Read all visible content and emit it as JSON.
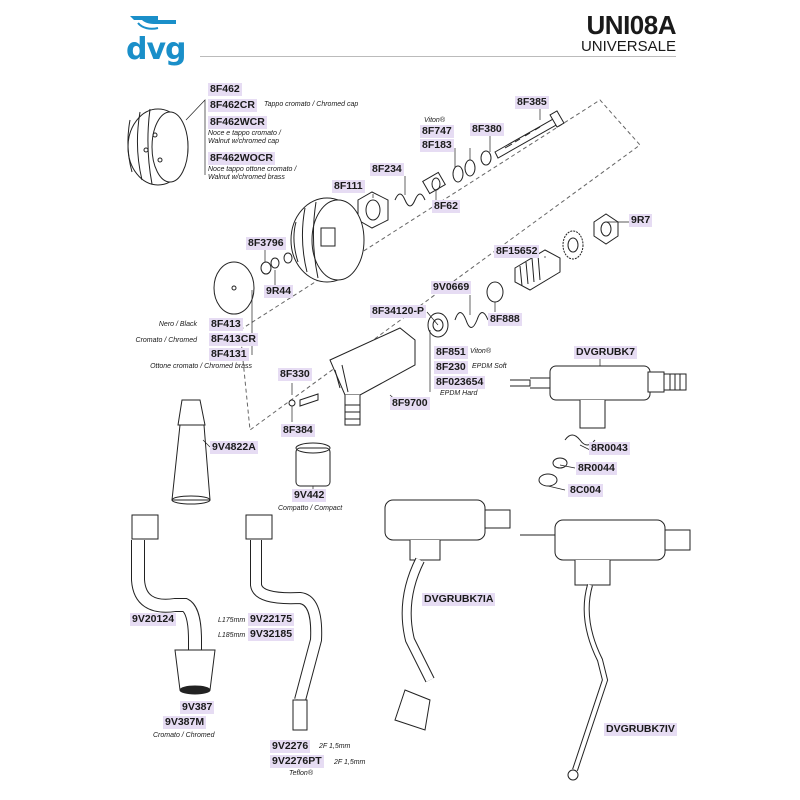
{
  "header": {
    "brand": "dvg",
    "model": "UNI08A",
    "subtitle": "UNIVERSALE",
    "brand_color": "#1a8fc9"
  },
  "colors": {
    "label_bg": "#e6dcf3",
    "line": "#222222"
  },
  "parts": {
    "cap": {
      "code": "8F462"
    },
    "cap_cr": {
      "code": "8F462CR",
      "note": "Tappo cromato / Chromed cap"
    },
    "cap_wcr": {
      "code": "8F462WCR",
      "note": "Noce e tappo cromato / Walnut w/chromed cap"
    },
    "cap_wocr": {
      "code": "8F462WOCR",
      "note": "Noce tappo ottone cromato / Walnut w/chromed brass"
    },
    "viton_note_top": "Viton®",
    "p8F747": {
      "code": "8F747"
    },
    "p8F183": {
      "code": "8F183"
    },
    "p8F380": {
      "code": "8F380"
    },
    "p8F385": {
      "code": "8F385"
    },
    "p8F234": {
      "code": "8F234"
    },
    "p8F111": {
      "code": "8F111"
    },
    "p8F62": {
      "code": "8F62"
    },
    "p9R7": {
      "code": "9R7"
    },
    "p8F3796": {
      "code": "8F3796"
    },
    "p9R44": {
      "code": "9R44"
    },
    "p8F15652": {
      "code": "8F15652"
    },
    "p9V0669": {
      "code": "9V0669"
    },
    "p8F34120P": {
      "code": "8F34120-P"
    },
    "p8F888": {
      "code": "8F888"
    },
    "plate_black": {
      "code": "8F413",
      "note": "Nero / Black"
    },
    "plate_chrome": {
      "code": "8F413CR",
      "note": "Cromato / Chromed"
    },
    "plate_brass": {
      "code": "8F4131",
      "note": "Ottone cromato / Chromed brass"
    },
    "seal_viton": {
      "code": "8F851",
      "note": "Viton®"
    },
    "seal_epdm_soft": {
      "code": "8F230",
      "note": "EPDM Soft"
    },
    "seal_epdm_hard": {
      "code": "8F023654",
      "note": "EPDM Hard"
    },
    "p8F330": {
      "code": "8F330"
    },
    "p8F384": {
      "code": "8F384"
    },
    "p8F9700": {
      "code": "8F9700"
    },
    "kit": {
      "code": "DVGRUBK7"
    },
    "p8R0043": {
      "code": "8R0043"
    },
    "p8R0044": {
      "code": "8R0044"
    },
    "p8C004": {
      "code": "8C004"
    },
    "p9V4822A": {
      "code": "9V4822A"
    },
    "p9V442": {
      "code": "9V442",
      "note": "Compatto / Compact"
    },
    "p9V20124": {
      "code": "9V20124"
    },
    "p9V22175": {
      "code": "9V22175",
      "note": "L175mm"
    },
    "p9V32185": {
      "code": "9V32185",
      "note": "L185mm"
    },
    "p9V387": {
      "code": "9V387"
    },
    "p9V387M": {
      "code": "9V387M",
      "note": "Cromato / Chromed"
    },
    "p9V2276": {
      "code": "9V2276",
      "note": "2F 1,5mm"
    },
    "p9V2276PT": {
      "code": "9V2276PT",
      "note": "2F 1,5mm"
    },
    "teflon_note": "Teflon®",
    "kit_ia": {
      "code": "DVGRUBK7IA"
    },
    "kit_iv": {
      "code": "DVGRUBK7IV"
    }
  }
}
